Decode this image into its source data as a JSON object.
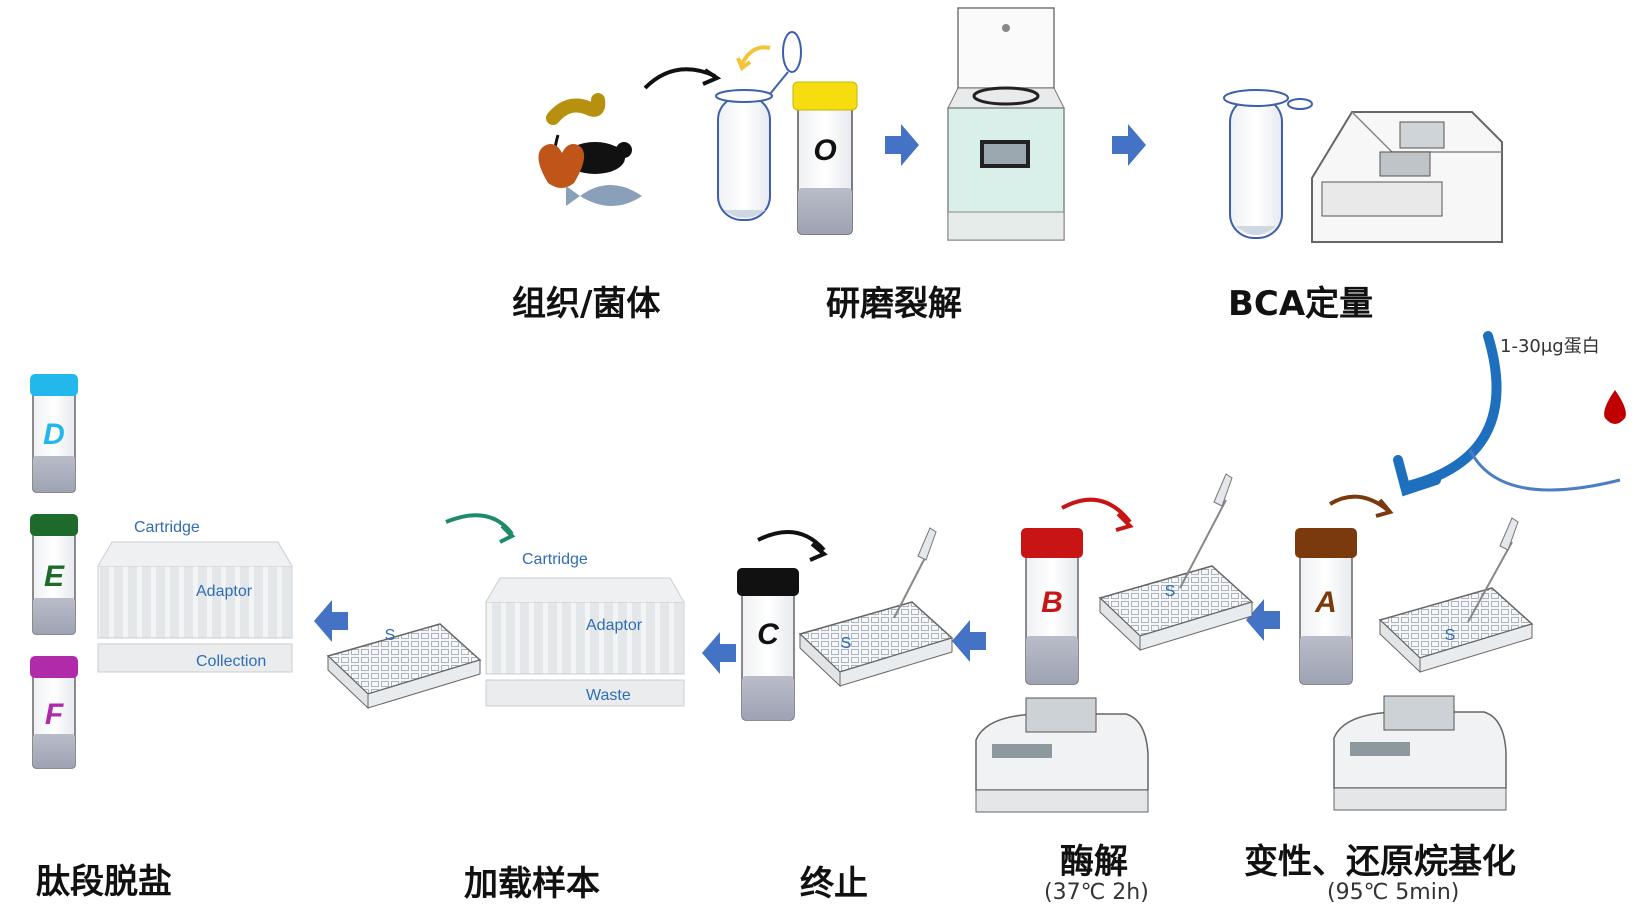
{
  "labels": {
    "tissue": "组织/菌体",
    "grind": "研磨裂解",
    "bca": "BCA定量",
    "denature": "变性、还原烷基化",
    "denature_cond": "(95℃ 5min)",
    "digest": "酶解",
    "digest_cond": "(37℃ 2h)",
    "stop": "终止",
    "load": "加载样本",
    "desalt": "肽段脱盐"
  },
  "protein_note": "1-30μg蛋白",
  "tubes": {
    "o": "O",
    "a": "A",
    "b": "B",
    "c": "C",
    "d": "D",
    "e": "E",
    "f": "F"
  },
  "plate_letter": "S",
  "cartridge_labels": {
    "load": {
      "cartridge": "Cartridge",
      "adaptor": "Adaptor",
      "bottom": "Waste"
    },
    "desalt": {
      "cartridge": "Cartridge",
      "adaptor": "Adaptor",
      "bottom": "Collection"
    }
  },
  "colors": {
    "step_arrow": "#4472c4",
    "tube_o_cap": "#f5dd10",
    "tube_a_cap": "#7b3a0e",
    "tube_b_cap": "#c81414",
    "tube_c_cap": "#111111",
    "tube_d_cap": "#22b8ec",
    "tube_e_cap": "#1d6b2a",
    "tube_f_cap": "#b02aa9",
    "blue_curve": "#1f6fbf",
    "drop": "#c00000"
  }
}
